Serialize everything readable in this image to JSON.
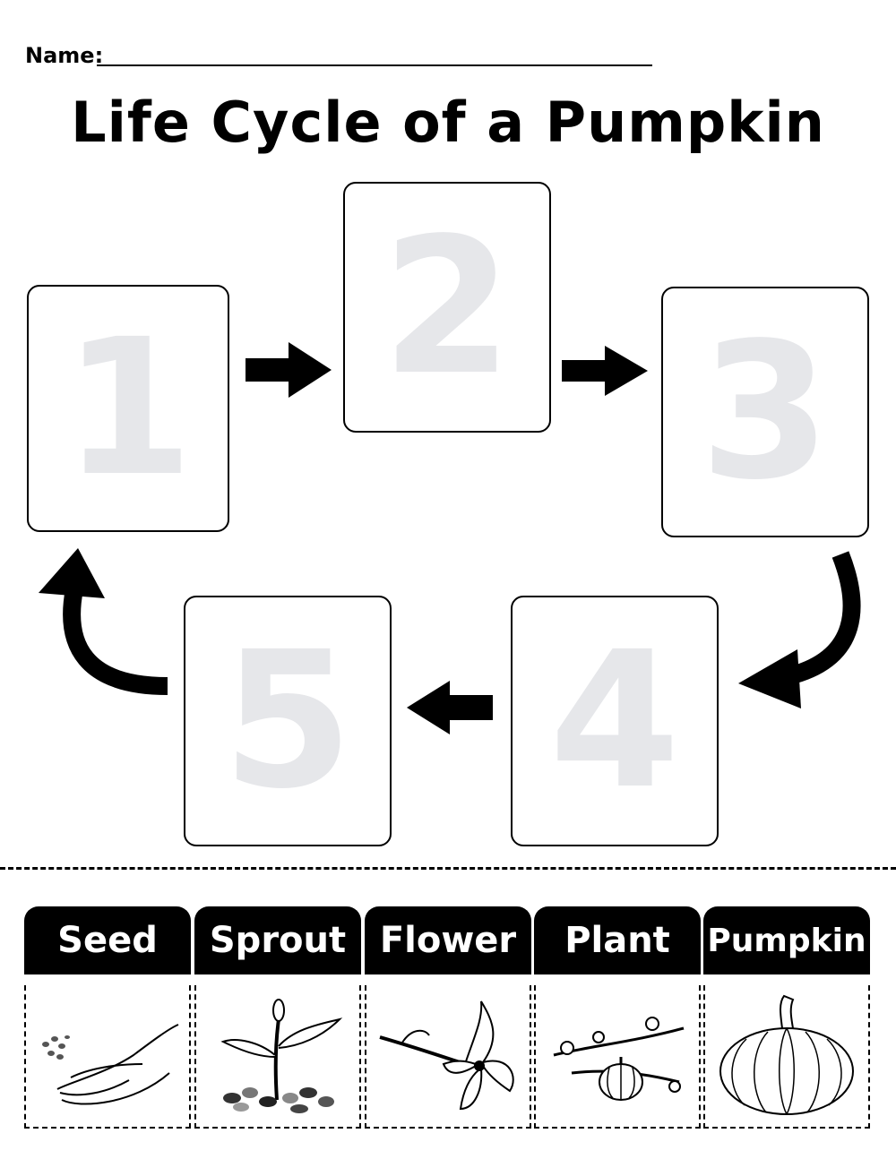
{
  "header": {
    "name_label": "Name:"
  },
  "title": "Life Cycle of a Pumpkin",
  "stages": [
    "1",
    "2",
    "3",
    "4",
    "5"
  ],
  "cards": [
    {
      "label": "Seed",
      "icon": "hand-with-seeds-icon"
    },
    {
      "label": "Sprout",
      "icon": "sprout-icon"
    },
    {
      "label": "Flower",
      "icon": "flower-icon"
    },
    {
      "label": "Plant",
      "icon": "vine-with-pumpkin-icon"
    },
    {
      "label": "Pumpkin",
      "icon": "pumpkin-icon"
    }
  ],
  "colors": {
    "ink": "#000000",
    "faded_number": "#e6e7ea",
    "paper": "#ffffff"
  }
}
